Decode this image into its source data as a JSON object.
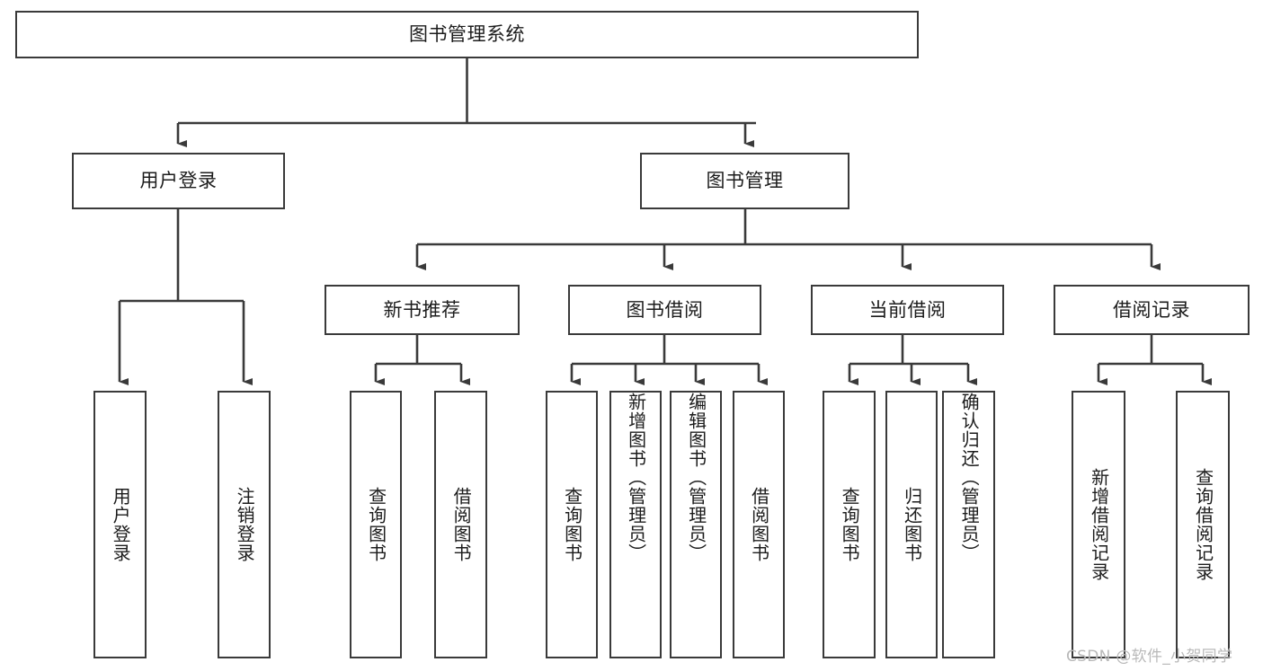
{
  "diagram": {
    "title": "图书管理系统",
    "type": "tree-hierarchy-diagram",
    "root": {
      "id": "root",
      "label": "图书管理系统"
    },
    "level1": [
      {
        "id": "user-login",
        "label": "用户登录"
      },
      {
        "id": "book-management",
        "label": "图书管理"
      }
    ],
    "level2": [
      {
        "id": "new-book-recommend",
        "label": "新书推荐",
        "parent": "book-management"
      },
      {
        "id": "book-borrow",
        "label": "图书借阅",
        "parent": "book-management"
      },
      {
        "id": "current-borrow",
        "label": "当前借阅",
        "parent": "book-management"
      },
      {
        "id": "borrow-record",
        "label": "借阅记录",
        "parent": "book-management"
      }
    ],
    "leaves": {
      "user_login": [
        {
          "id": "leaf-user-login",
          "label": "用户登录"
        },
        {
          "id": "leaf-logout-login",
          "label": "注销登录"
        }
      ],
      "new_book_recommend": [
        {
          "id": "leaf-query-book-1",
          "label": "查询图书"
        },
        {
          "id": "leaf-borrow-book-1",
          "label": "借阅图书"
        }
      ],
      "book_borrow": [
        {
          "id": "leaf-query-book-2",
          "label": "查询图书"
        },
        {
          "id": "leaf-add-book",
          "label": "新增图书（管理员）"
        },
        {
          "id": "leaf-edit-book",
          "label": "编辑图书（管理员）"
        },
        {
          "id": "leaf-borrow-book-2",
          "label": "借阅图书"
        }
      ],
      "current_borrow": [
        {
          "id": "leaf-query-book-3",
          "label": "查询图书"
        },
        {
          "id": "leaf-return-book",
          "label": "归还图书"
        },
        {
          "id": "leaf-confirm-return",
          "label": "确认归还（管理员）"
        }
      ],
      "borrow_record": [
        {
          "id": "leaf-add-record",
          "label": "新增借阅记录"
        },
        {
          "id": "leaf-query-record",
          "label": "查询借阅记录"
        }
      ]
    }
  },
  "watermark": {
    "text": "CSDN @软件_小贺同学"
  },
  "colors": {
    "stroke": "#3a3a3a",
    "text": "#1c1c1c",
    "background": "#ffffff",
    "watermark": "#b9b9b9"
  }
}
